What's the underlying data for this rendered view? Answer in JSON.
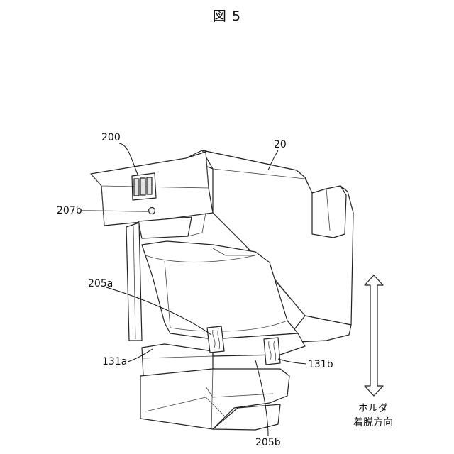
{
  "figure": {
    "title": "図 5"
  },
  "labels": {
    "l200": "200",
    "l20": "20",
    "l207b": "207b",
    "l205a": "205a",
    "l131a": "131a",
    "l131b": "131b",
    "l205b": "205b"
  },
  "direction": {
    "line1": "ホルダ",
    "line2": "着脱方向"
  }
}
